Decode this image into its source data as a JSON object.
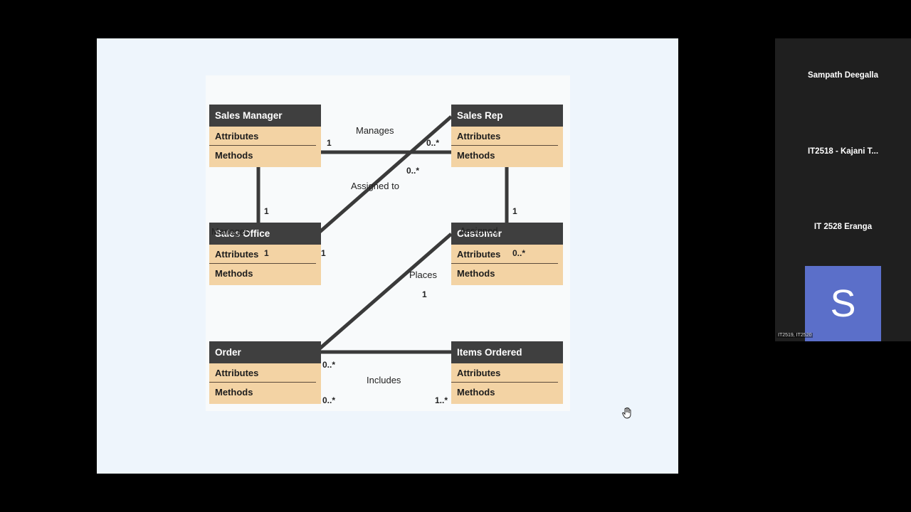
{
  "diagram": {
    "classes": {
      "sales_manager": {
        "name": "Sales Manager",
        "attributes": "Attributes",
        "methods": "Methods"
      },
      "sales_rep": {
        "name": "Sales Rep",
        "attributes": "Attributes",
        "methods": "Methods"
      },
      "sales_office": {
        "name": "Sales Office",
        "attributes": "Attributes",
        "methods": "Methods"
      },
      "customer": {
        "name": "Customer",
        "attributes": "Attributes",
        "methods": "Methods"
      },
      "order": {
        "name": "Order",
        "attributes": "Attributes",
        "methods": "Methods"
      },
      "items_ordered": {
        "name": "Items Ordered",
        "attributes": "Attributes",
        "methods": "Methods"
      }
    },
    "associations": {
      "manages_top": {
        "label": "Manages",
        "left_mult": "1",
        "right_mult": "0..*"
      },
      "assigned_to": {
        "label": "Assigned to",
        "top_mult": "0..*",
        "bottom_mult": "1"
      },
      "manages_left": {
        "label": "Manages",
        "top_mult": "1",
        "bottom_mult": "1"
      },
      "assigned": {
        "label": "Assigned",
        "top_mult": "1",
        "bottom_mult": "0..*"
      },
      "places": {
        "label": "Places",
        "top_mult": "1",
        "bottom_mult": "0..*"
      },
      "includes": {
        "label": "Includes",
        "left_mult": "0..*",
        "right_mult": "1..*"
      }
    }
  },
  "participants": {
    "p1": "Sampath Deegalla",
    "p2": "IT2518 - Kajani T...",
    "p3": "IT 2528 Eranga",
    "avatar_letter": "S",
    "avatar_tag": "IT2519, IT2520"
  },
  "colors": {
    "header": "#3f3f3f",
    "body": "#f3d3a4",
    "avatar": "#5b6fc9"
  }
}
